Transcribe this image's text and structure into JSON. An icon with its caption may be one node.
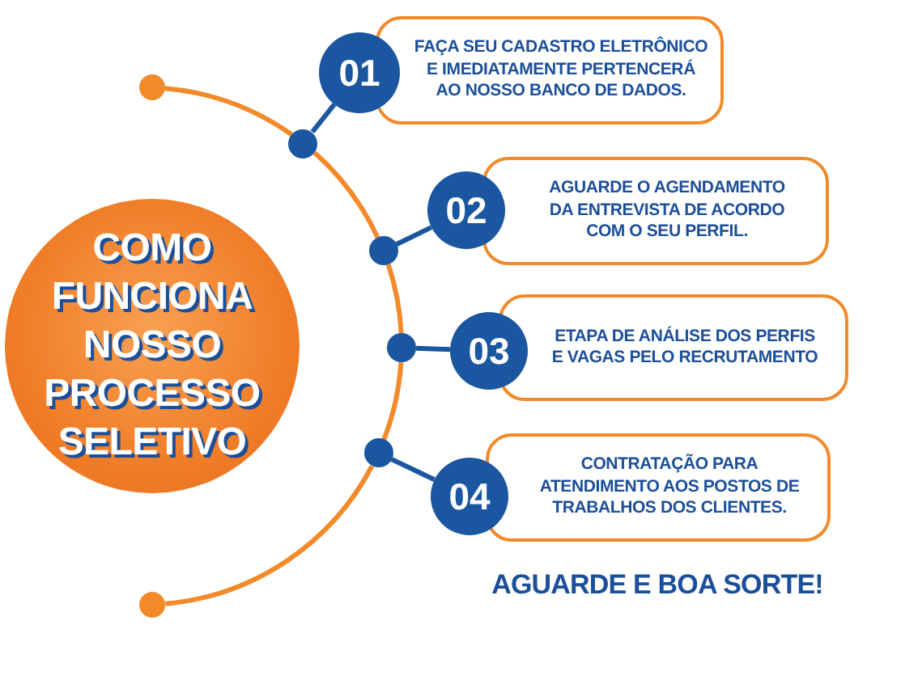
{
  "diagram": {
    "nodes": [
      {
        "text": [
          "COMO FUNCIONA NOSSO PROCESSO SELETIVO"
        ]
      },
      {
        "text": [],
        "shape": "circle"
      },
      {
        "text": [],
        "shape": "circle"
      },
      {
        "text": [
          "01"
        ]
      },
      {
        "text": [
          "FAÇA SEU CADASTRO ELETRÔNICO E IMEDIATAMENTE PERTENCERÁ AO NOSSO BANCO DE DADOS."
        ]
      },
      {
        "text": [],
        "shape": "circle"
      },
      {
        "text": [
          "02"
        ]
      },
      {
        "text": [
          "AGUARDE O AGENDAMENTO DA ENTREVISTA DE ACORDO COM O SEU PERFIL."
        ]
      },
      {
        "text": [],
        "shape": "circle"
      },
      {
        "text": [
          "03"
        ]
      },
      {
        "text": [
          "ETAPA DE ANÁLISE DOS PERFIS E VAGAS PELO RECRUTAMENTO"
        ]
      },
      {
        "text": [],
        "shape": "circle"
      },
      {
        "text": [
          "04"
        ]
      },
      {
        "text": [
          "CONTRATAÇÃO PARA ATENDIMENTO AOS POSTOS DE TRABALHOS DOS CLIENTES."
        ]
      },
      {
        "text": [],
        "shape": "circle"
      }
    ],
    "edges": [
      {
        "from": 1,
        "to": 2,
        "arrow": "none"
      },
      {
        "from": 2,
        "to": 5,
        "arrow": "none"
      },
      {
        "from": 5,
        "to": 8,
        "arrow": "none"
      },
      {
        "from": 8,
        "to": 11,
        "arrow": "none"
      },
      {
        "from": 11,
        "to": 14,
        "arrow": "none"
      },
      {
        "from": 2,
        "to": 3,
        "arrow": "none",
        "color": "#1b56a1"
      },
      {
        "from": 5,
        "to": 6,
        "arrow": "none",
        "color": "#1b56a1"
      },
      {
        "from": 8,
        "to": 9,
        "arrow": "none",
        "color": "#1b56a1"
      },
      {
        "from": 11,
        "to": 12,
        "arrow": "none",
        "color": "#1b56a1"
      }
    ],
    "labels": [
      "AGUARDE E BOA SORTE!"
    ]
  }
}
